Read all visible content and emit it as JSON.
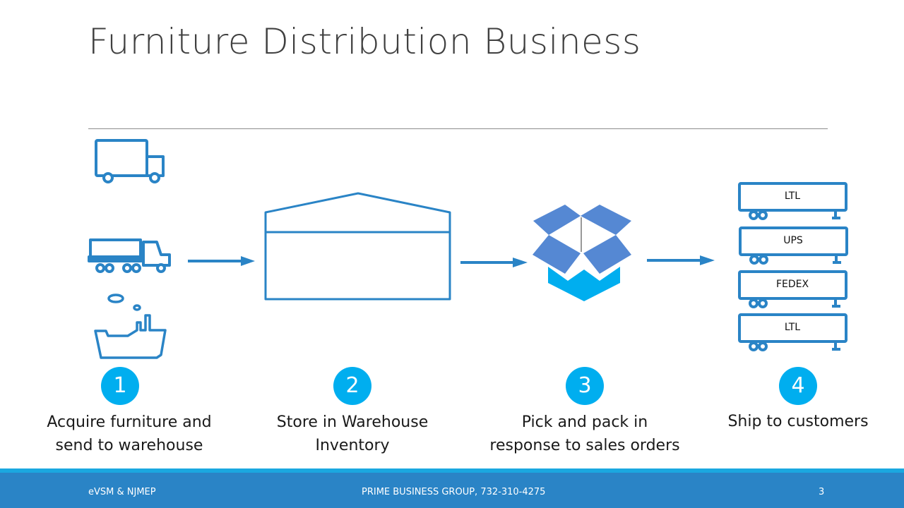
{
  "title": "Furniture Distribution Business",
  "steps": [
    {
      "number": "1",
      "caption_line1": "Acquire furniture and",
      "caption_line2": "send to warehouse"
    },
    {
      "number": "2",
      "caption_line1": "Store in Warehouse",
      "caption_line2": "Inventory"
    },
    {
      "number": "3",
      "caption_line1": "Pick and pack in",
      "caption_line2": "response to sales orders"
    },
    {
      "number": "4",
      "caption_line1": "Ship to customers",
      "caption_line2": ""
    }
  ],
  "carriers": [
    "LTL",
    "UPS",
    "FEDEX",
    "LTL"
  ],
  "footer": {
    "left": "eVSM & NJMEP",
    "center": "PRIME BUSINESS GROUP, 732-310-4275",
    "page": "3"
  },
  "colors": {
    "icon": "#2a84c6",
    "accent": "#00aeef",
    "box_flaps": "#5588d3",
    "footer": "#2a84c6"
  }
}
